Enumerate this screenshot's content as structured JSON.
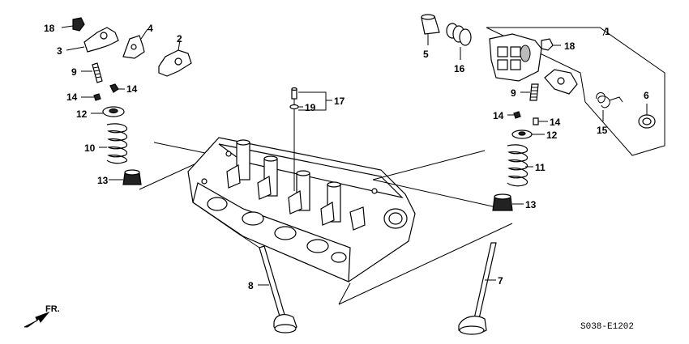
{
  "callouts": {
    "c1": "1",
    "c2": "2",
    "c3": "3",
    "c4": "4",
    "c5": "5",
    "c6": "6",
    "c7": "7",
    "c8": "8",
    "c9a": "9",
    "c9b": "9",
    "c10": "10",
    "c11": "11",
    "c12a": "12",
    "c12b": "12",
    "c13a": "13",
    "c13b": "13",
    "c14a": "14",
    "c14b": "14",
    "c14c": "14",
    "c14d": "14",
    "c15": "15",
    "c16": "16",
    "c17": "17",
    "c18a": "18",
    "c18b": "18",
    "c19": "19"
  },
  "diagram_code": "S038-E1202",
  "direction_label": "FR."
}
